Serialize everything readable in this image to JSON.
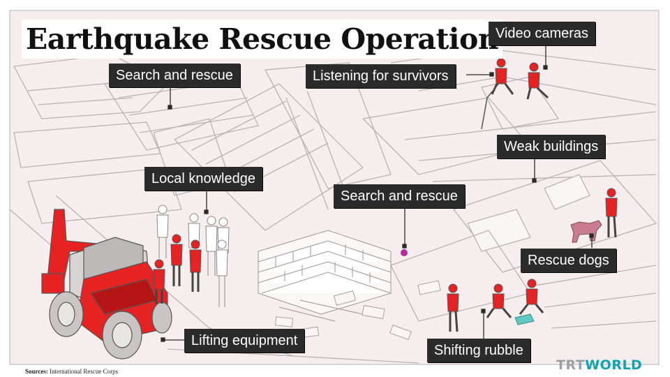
{
  "title": "Earthquake Rescue Operation",
  "labels": {
    "search_and_rescue_top": "Search and rescue",
    "video_cameras": "Video cameras",
    "listening_for_survivors": "Listening for survivors",
    "weak_buildings": "Weak buildings",
    "local_knowledge": "Local knowledge",
    "search_and_rescue_center": "Search and rescue",
    "rescue_dogs": "Rescue dogs",
    "lifting_equipment": "Lifting equipment",
    "shifting_rubble": "Shifting rubble"
  },
  "footer": {
    "sources_label": "Sources:",
    "sources_text": "International Rescue Corps",
    "brand_main": "TRT",
    "brand_accent": "WORLD"
  },
  "colors": {
    "accent_red": "#e62222",
    "label_bg": "#2b2b2b",
    "scene_bg": "#f6eeee",
    "line": "#b9b2b2",
    "brand_accent": "#0fa3b1"
  }
}
